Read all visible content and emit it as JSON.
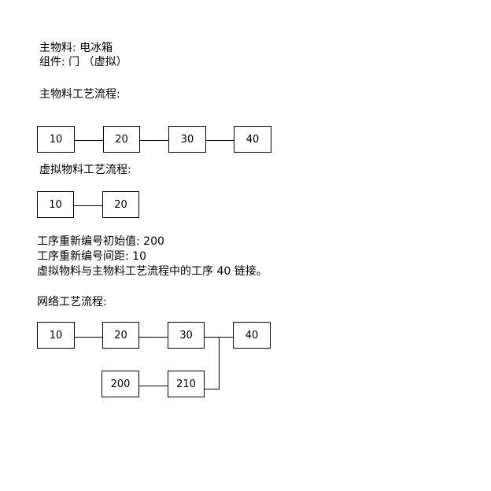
{
  "header": {
    "main_material": "主物料: 电冰箱",
    "component": "组件: 门 （虚拟）"
  },
  "sections": {
    "main_routing_title": "主物料工艺流程:",
    "virtual_routing_title": "虚拟物料工艺流程:",
    "network_routing_title": "网络工艺流程:"
  },
  "renumber": {
    "start_value": "工序重新编号初始值: 200",
    "interval": "工序重新编号间距: 10",
    "link_note": "虚拟物料与主物料工艺流程中的工序 40 链接。"
  },
  "main_routing": [
    "10",
    "20",
    "30",
    "40"
  ],
  "virtual_routing": [
    "10",
    "20"
  ],
  "network_routing": {
    "main_row": [
      "10",
      "20",
      "30",
      "40"
    ],
    "sub_row": [
      "200",
      "210"
    ]
  }
}
